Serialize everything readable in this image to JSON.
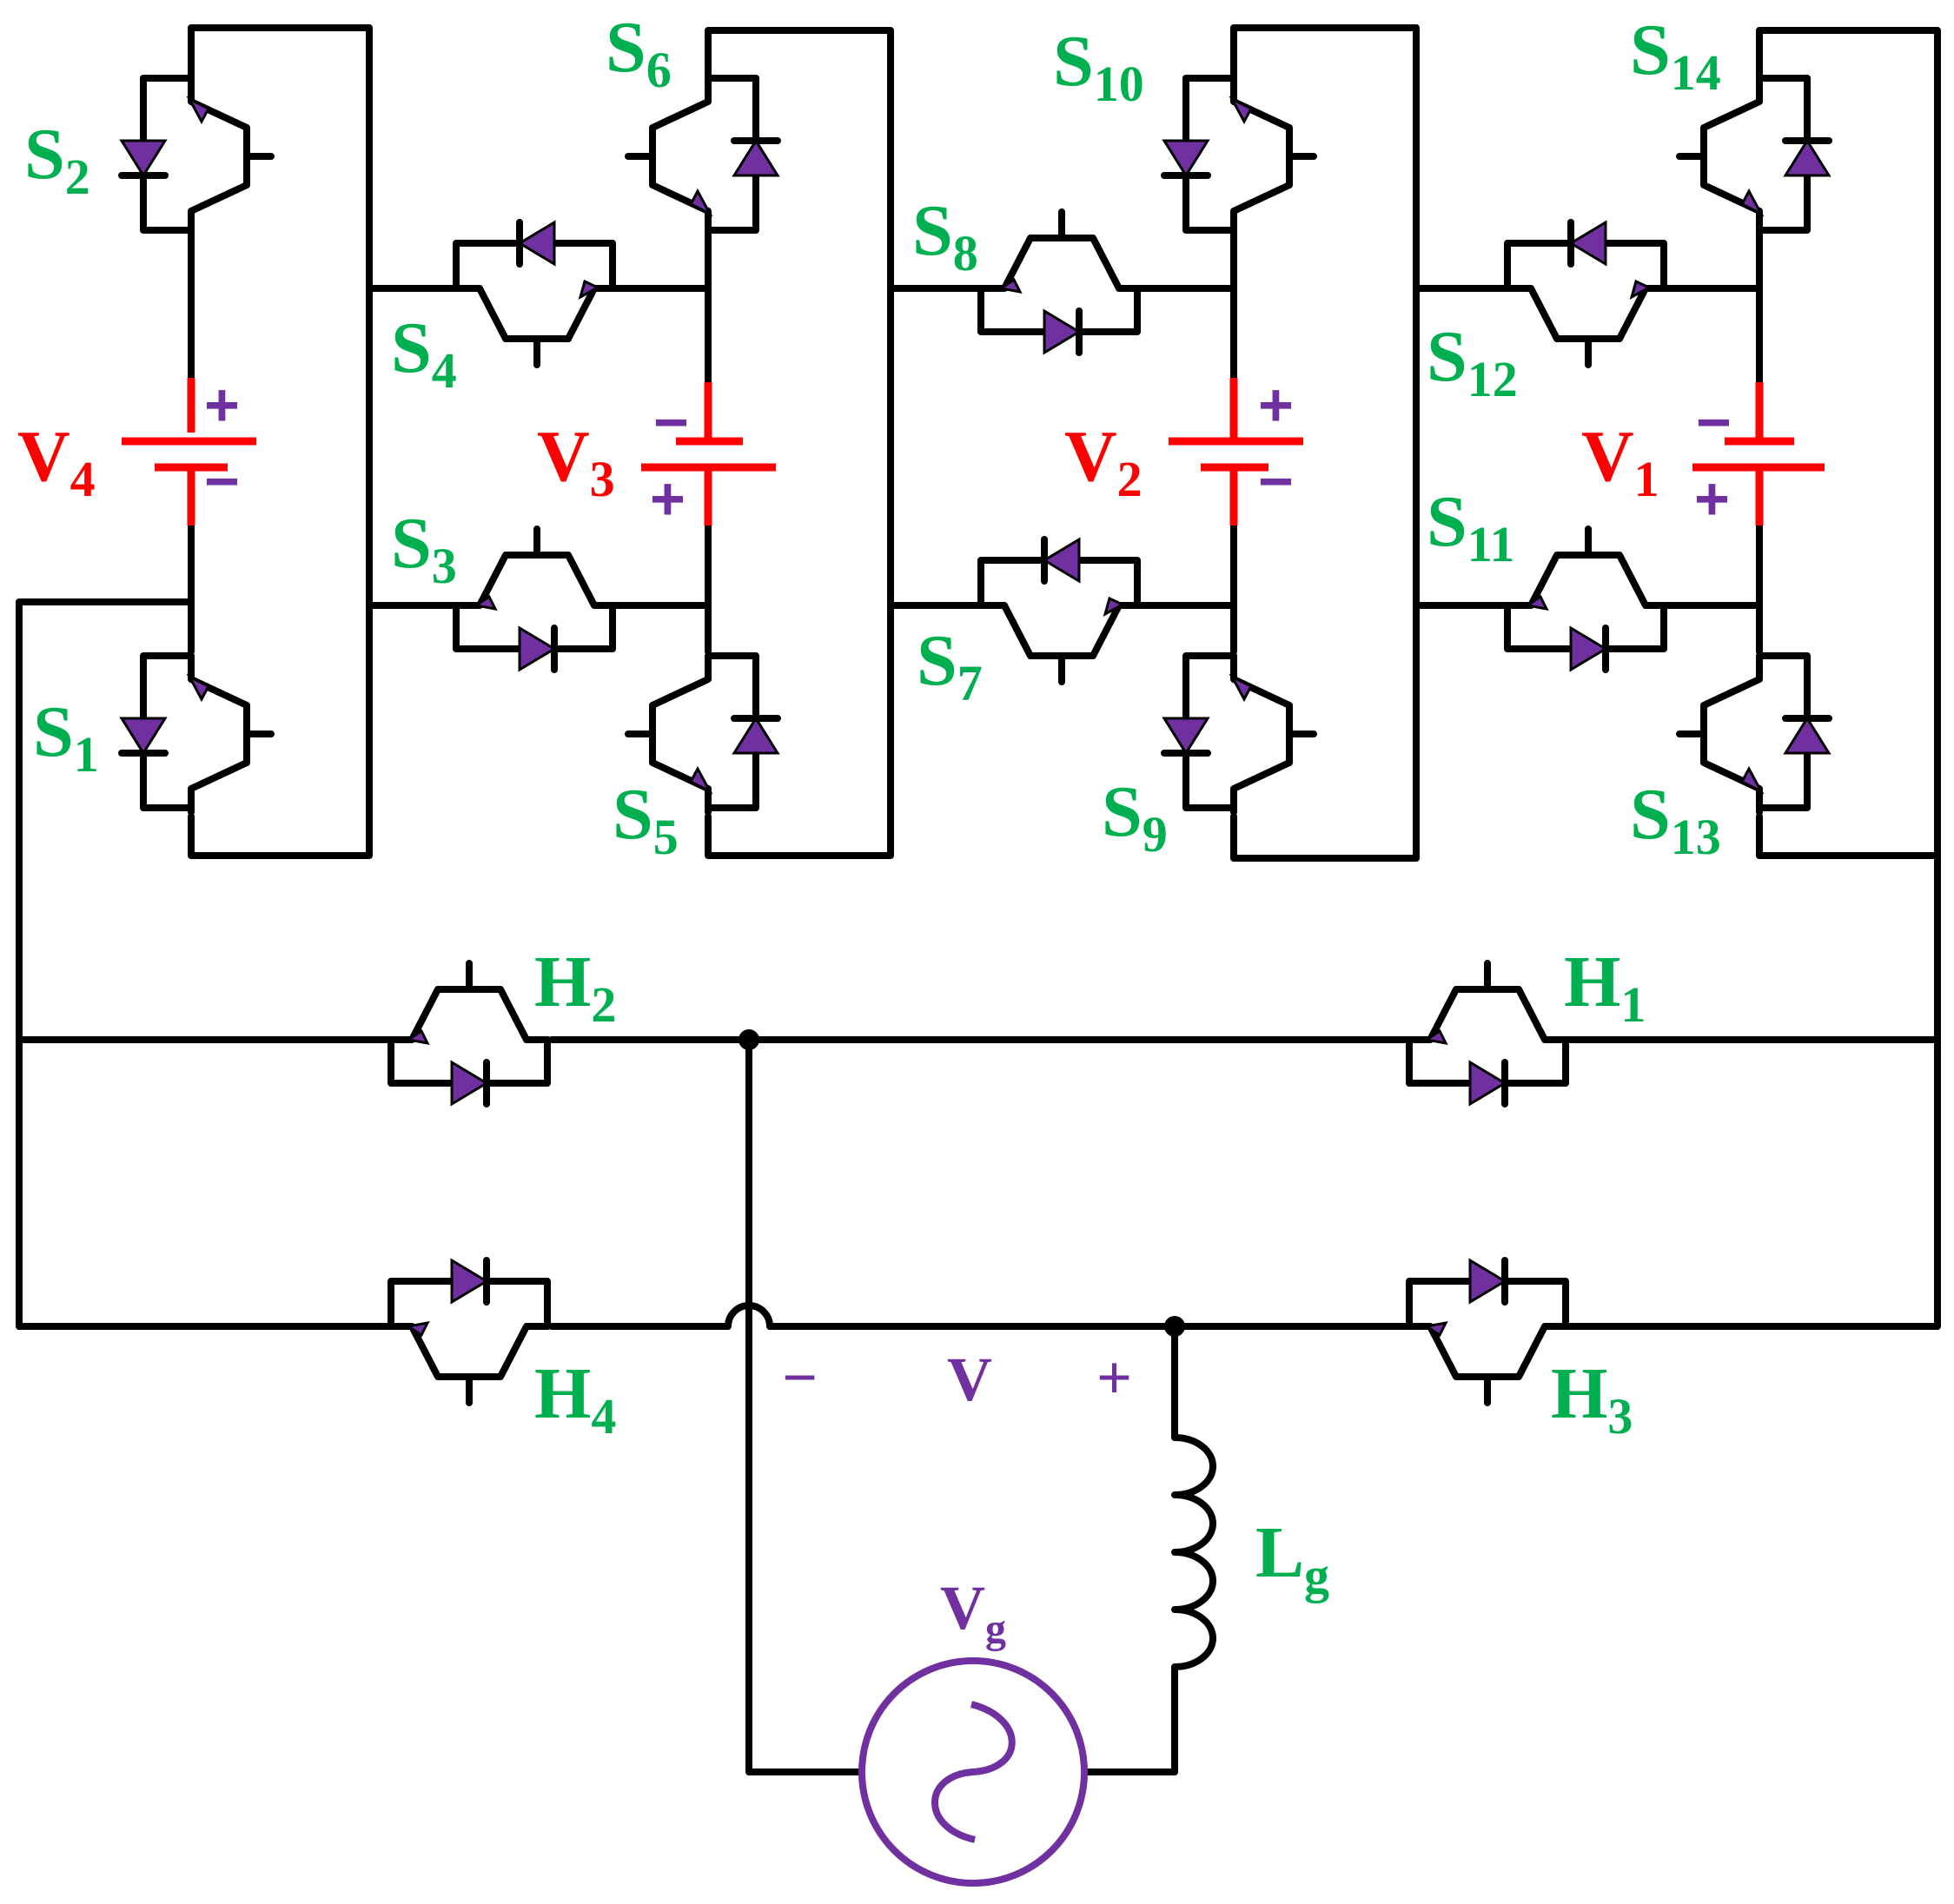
{
  "diagram": {
    "colors": {
      "wire": "#000000",
      "switch_label": "#00b050",
      "cell": "#ff0000",
      "polarity": "#7030a0",
      "diode_fill": "#7030a0"
    },
    "switches": {
      "s1": {
        "base": "S",
        "sub": "1"
      },
      "s2": {
        "base": "S",
        "sub": "2"
      },
      "s3": {
        "base": "S",
        "sub": "3"
      },
      "s4": {
        "base": "S",
        "sub": "4"
      },
      "s5": {
        "base": "S",
        "sub": "5"
      },
      "s6": {
        "base": "S",
        "sub": "6"
      },
      "s7": {
        "base": "S",
        "sub": "7"
      },
      "s8": {
        "base": "S",
        "sub": "8"
      },
      "s9": {
        "base": "S",
        "sub": "9"
      },
      "s10": {
        "base": "S",
        "sub": "10"
      },
      "s11": {
        "base": "S",
        "sub": "11"
      },
      "s12": {
        "base": "S",
        "sub": "12"
      },
      "s13": {
        "base": "S",
        "sub": "13"
      },
      "s14": {
        "base": "S",
        "sub": "14"
      }
    },
    "hbridge": {
      "h1": {
        "base": "H",
        "sub": "1"
      },
      "h2": {
        "base": "H",
        "sub": "2"
      },
      "h3": {
        "base": "H",
        "sub": "3"
      },
      "h4": {
        "base": "H",
        "sub": "4"
      }
    },
    "sources": {
      "v1": {
        "base": "V",
        "sub": "1"
      },
      "v2": {
        "base": "V",
        "sub": "2"
      },
      "v3": {
        "base": "V",
        "sub": "3"
      },
      "v4": {
        "base": "V",
        "sub": "4"
      }
    },
    "polarity": {
      "plus": "+",
      "minus": "−"
    },
    "output": {
      "voltage": "V",
      "minus": "−",
      "plus": "+",
      "inductor": {
        "base": "L",
        "sub": "g"
      },
      "grid": {
        "base": "V",
        "sub": "g"
      }
    }
  }
}
